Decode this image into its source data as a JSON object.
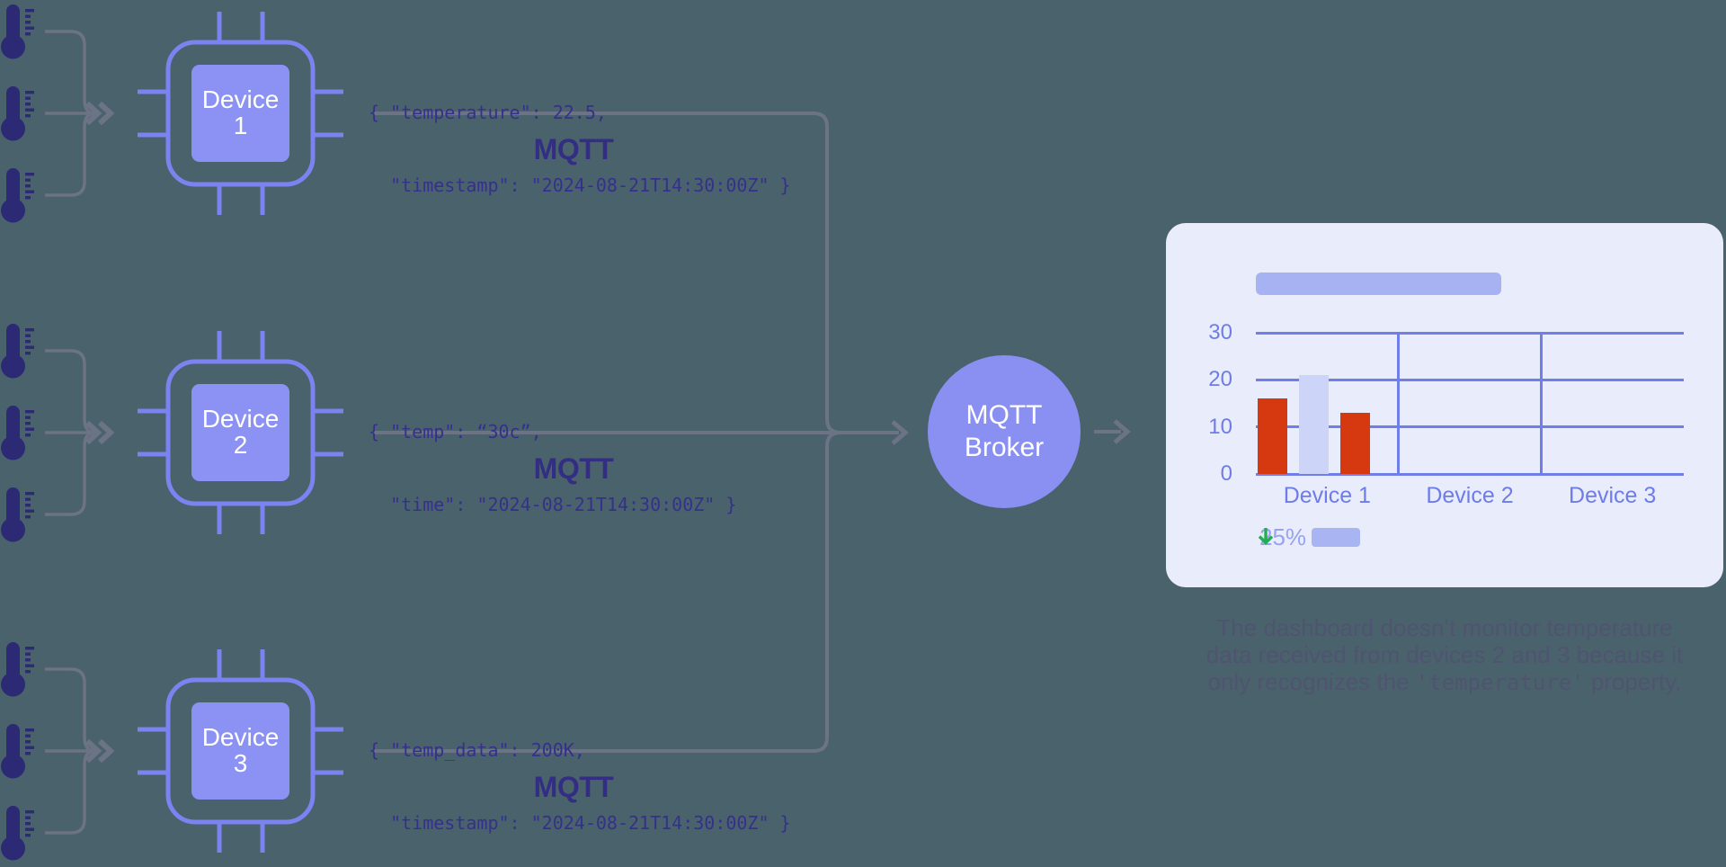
{
  "colors": {
    "bg": "#4a626c",
    "card_bg": "#e9ecfb",
    "chip_stroke": "#7c83f0",
    "chip_fill": "#8b92f4",
    "broker_fill": "#8a90f2",
    "code": "#35308c",
    "mqtt": "#332d84",
    "connector": "#6b7384",
    "thermo": "#2d2a75",
    "grid": "#707ee9",
    "axis_label": "#6e7ce8",
    "red": "#d6380f",
    "bar_lavender": "#ccd5f7",
    "placeholder": "#a7b2f2",
    "footer_box": "#a9b4f3",
    "green": "#21af4f",
    "caption": "#4f5470",
    "label_light": "#98a2f1"
  },
  "devices": [
    {
      "label_line1": "Device",
      "label_line2": "1",
      "payload_line1": "{ \"temperature\": 22.5,",
      "payload_line2": "  \"timestamp\": \"2024-08-21T14:30:00Z\" }",
      "protocol_label": "MQTT"
    },
    {
      "label_line1": "Device",
      "label_line2": "2",
      "payload_line1": "{ \"temp\": “30c”,",
      "payload_line2": "  \"time\": \"2024-08-21T14:30:00Z\" }",
      "protocol_label": "MQTT"
    },
    {
      "label_line1": "Device",
      "label_line2": "3",
      "payload_line1": "{ \"temp_data\": 200K,",
      "payload_line2": "  \"timestamp\": \"2024-08-21T14:30:00Z\" }",
      "protocol_label": "MQTT"
    }
  ],
  "broker": {
    "line1": "MQTT",
    "line2": "Broker"
  },
  "dashboard": {
    "chart_data": {
      "type": "bar",
      "title": "",
      "categories": [
        "Device 1",
        "Device 2",
        "Device 3"
      ],
      "groups": [
        {
          "category": "Device 1",
          "values": [
            16,
            21,
            13
          ],
          "colors": [
            "#d6380f",
            "#ccd5f7",
            "#d6380f"
          ]
        },
        {
          "category": "Device 2",
          "values": [],
          "colors": []
        },
        {
          "category": "Device 3",
          "values": [],
          "colors": []
        }
      ],
      "yticks": [
        0,
        10,
        20,
        30
      ],
      "ylim": [
        0,
        30
      ],
      "grid": true,
      "legend": false
    },
    "badge": {
      "direction": "down",
      "label": "25%"
    }
  },
  "caption": {
    "line1": "The dashboard doesn’t monitor temperature",
    "line2": "data received from devices 2 and 3 because it",
    "line3_prefix": "only recognizes the ",
    "line3_code": "'temperature'",
    "line3_suffix": " property."
  }
}
